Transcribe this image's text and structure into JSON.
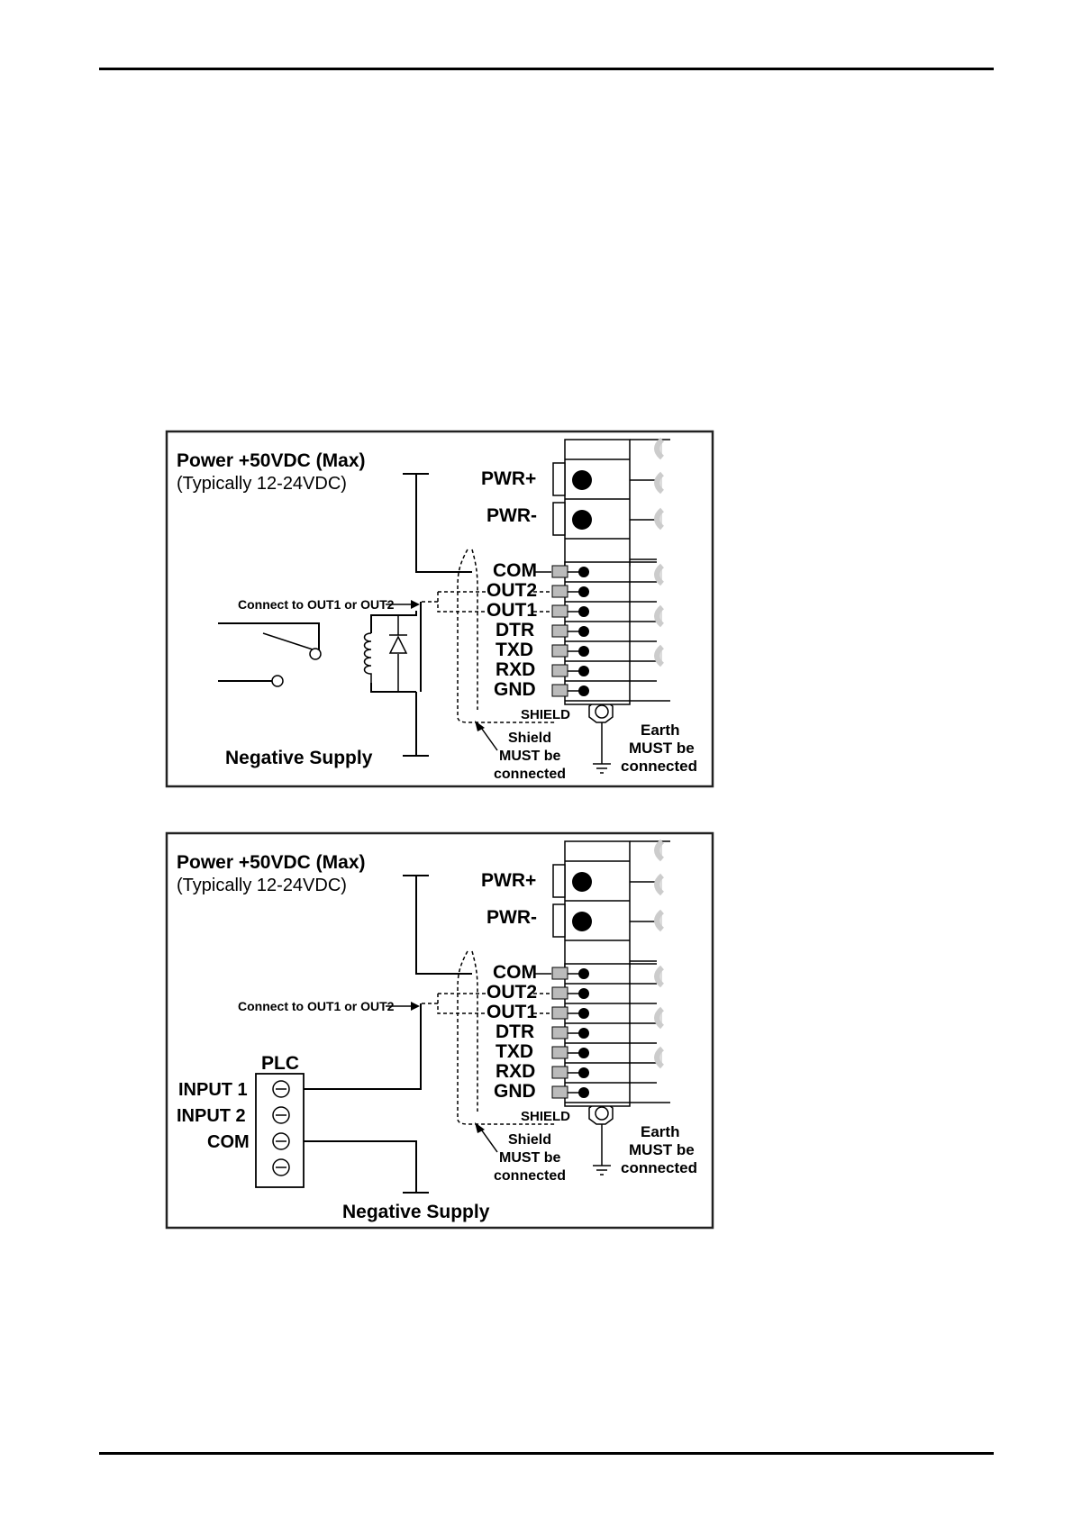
{
  "diagrams": [
    {
      "power_label": "Power +50VDC (Max)",
      "power_typical": "(Typically 12-24VDC)",
      "connect_note": "Connect to OUT1 or OUT2",
      "negative_supply": "Negative Supply",
      "terminals": {
        "pwr_plus": "PWR+",
        "pwr_minus": "PWR-",
        "signals": [
          "COM",
          "OUT2",
          "OUT1",
          "DTR",
          "TXD",
          "RXD",
          "GND"
        ],
        "shield": "SHIELD"
      },
      "shield_note": [
        "Shield",
        "MUST be",
        "connected"
      ],
      "earth_note": [
        "Earth",
        "MUST be",
        "connected"
      ]
    },
    {
      "power_label": "Power +50VDC (Max)",
      "power_typical": "(Typically 12-24VDC)",
      "connect_note": "Connect to OUT1 or OUT2",
      "negative_supply": "Negative Supply",
      "plc": {
        "title": "PLC",
        "inputs": [
          "INPUT 1",
          "INPUT 2",
          "COM"
        ]
      },
      "terminals": {
        "pwr_plus": "PWR+",
        "pwr_minus": "PWR-",
        "signals": [
          "COM",
          "OUT2",
          "OUT1",
          "DTR",
          "TXD",
          "RXD",
          "GND"
        ],
        "shield": "SHIELD"
      },
      "shield_note": [
        "Shield",
        "MUST be",
        "connected"
      ],
      "earth_note": [
        "Earth",
        "MUST be",
        "connected"
      ]
    }
  ]
}
